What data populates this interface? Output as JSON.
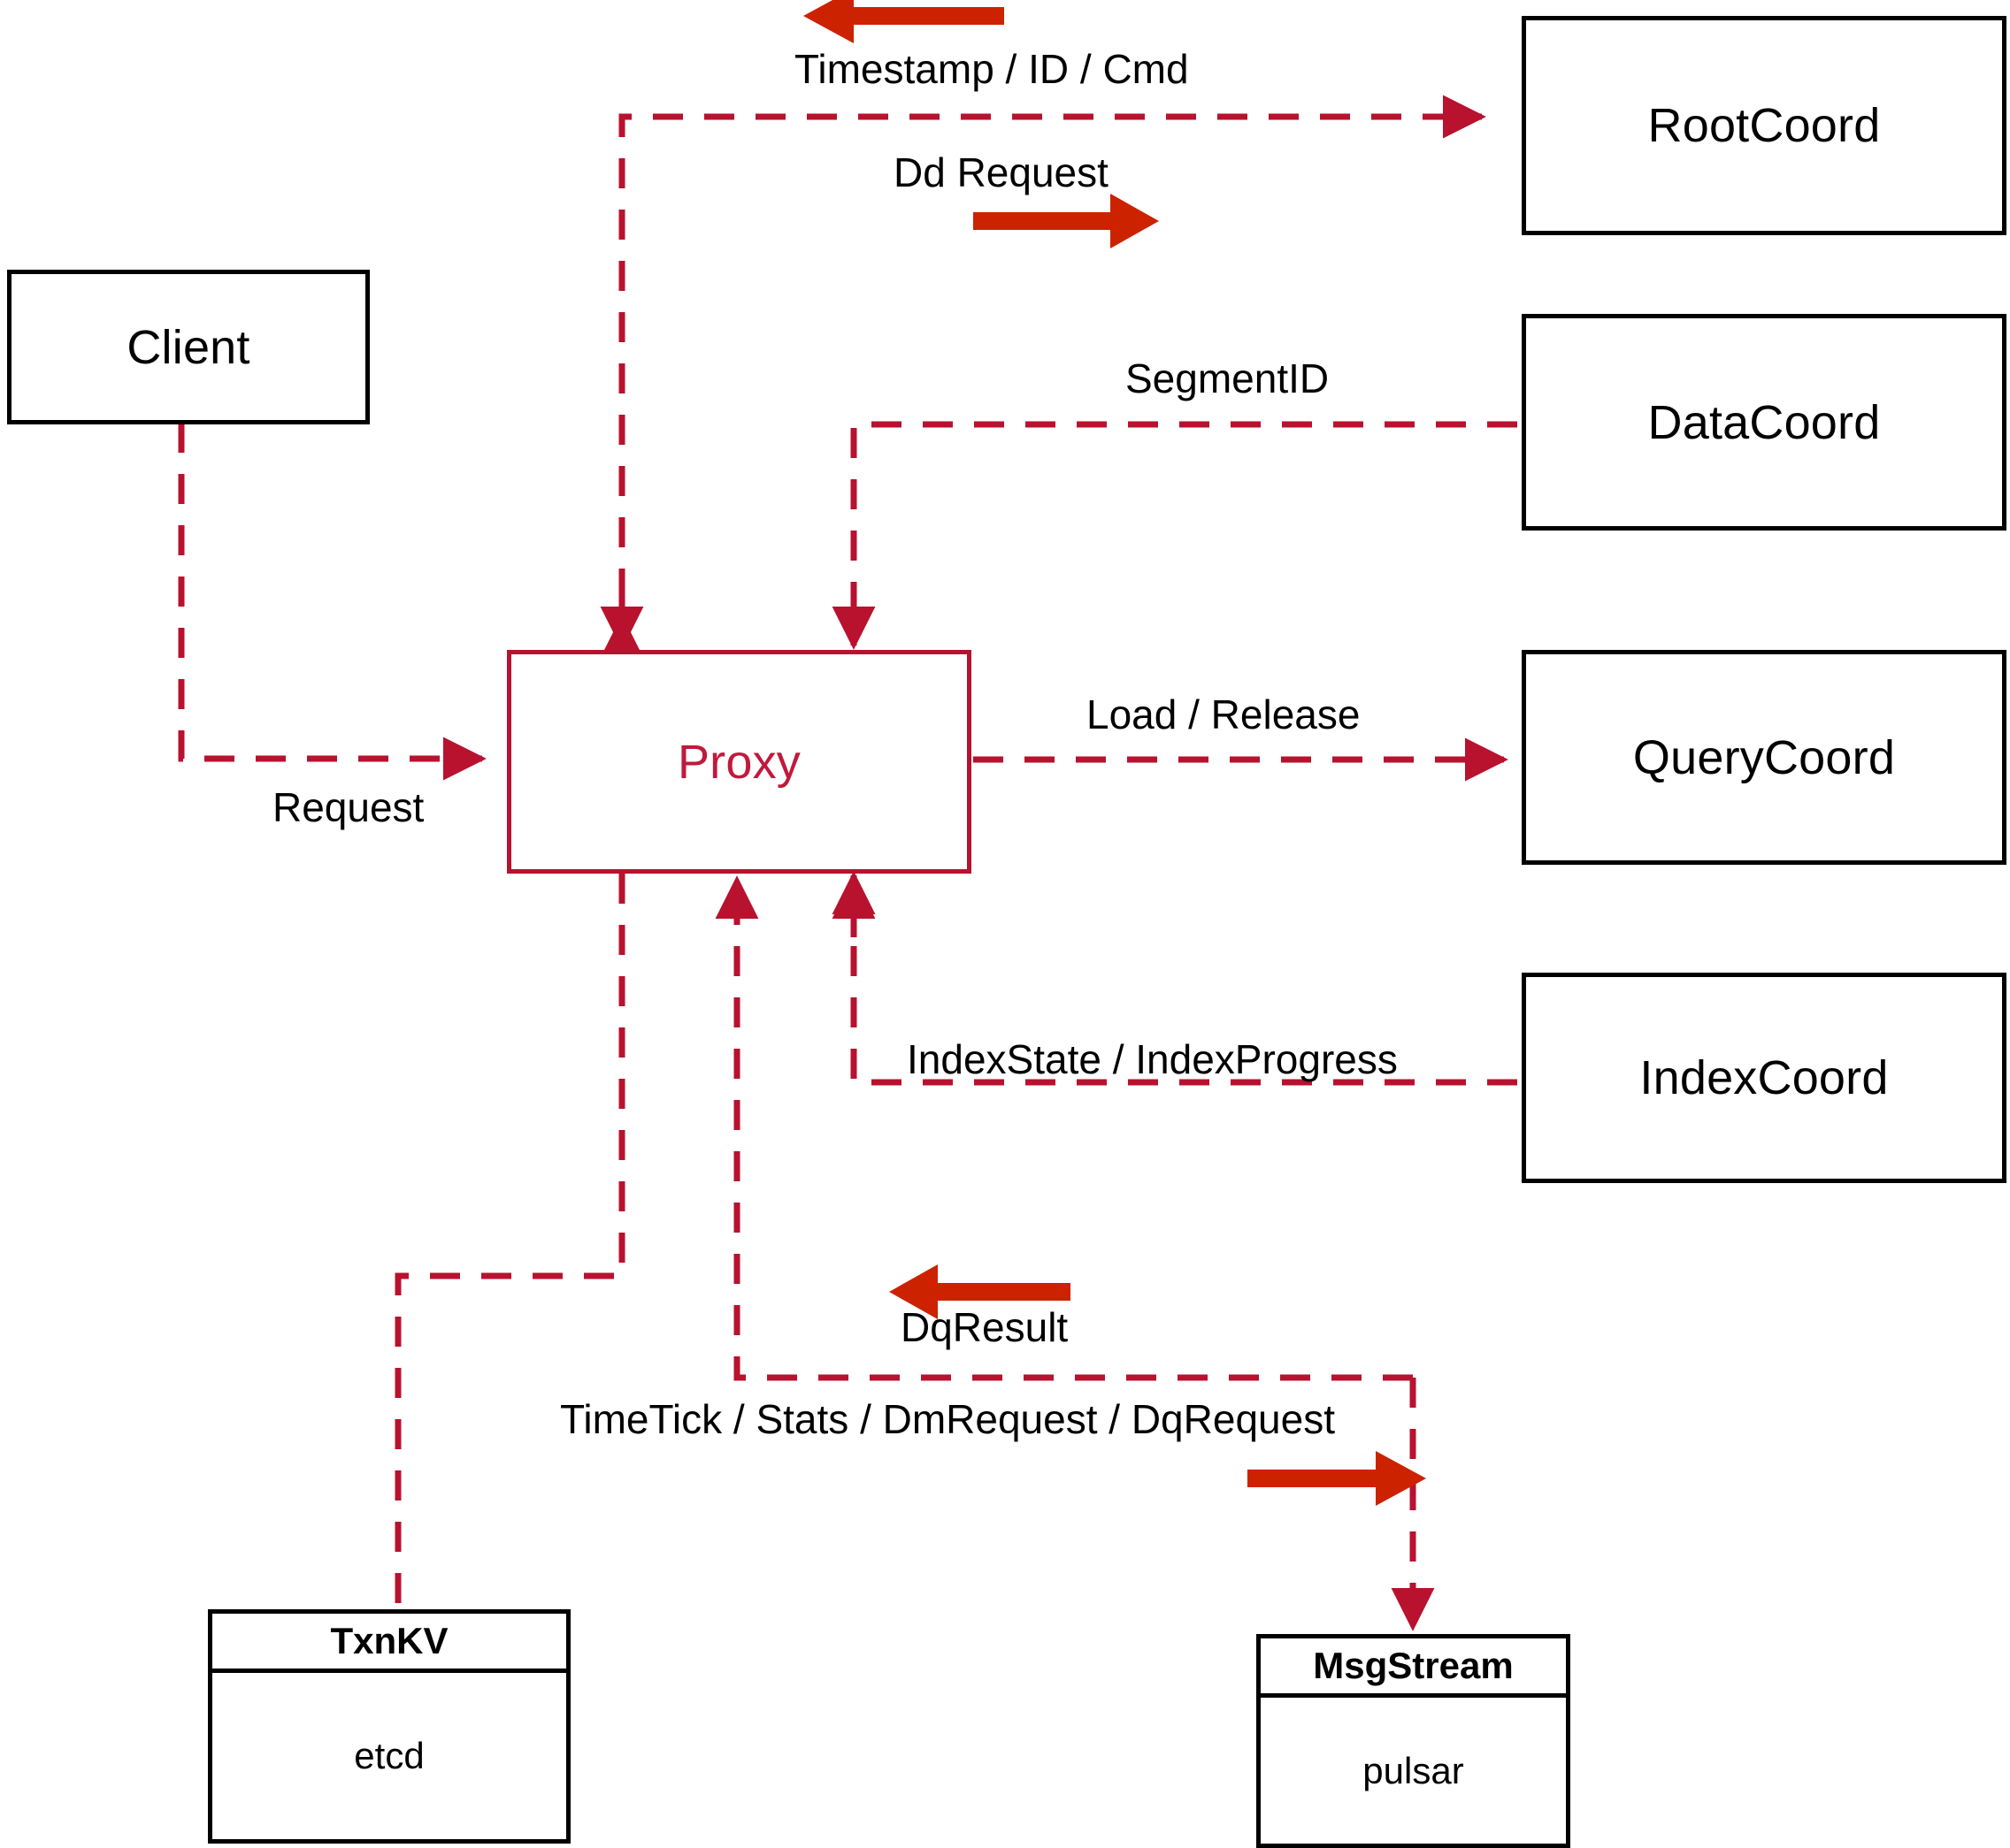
{
  "diagram": {
    "title": "Milvus Proxy interaction diagram",
    "colors": {
      "dashed_line": "#b8122f",
      "proxy_stroke": "#b8122f",
      "proxy_text": "#c1193c",
      "bold_arrow": "#cc2200",
      "box_stroke": "#000000",
      "background": "#ffffff"
    }
  },
  "nodes": {
    "client": {
      "label": "Client"
    },
    "proxy": {
      "label": "Proxy"
    },
    "root_coord": {
      "label": "RootCoord"
    },
    "data_coord": {
      "label": "DataCoord"
    },
    "query_coord": {
      "label": "QueryCoord"
    },
    "index_coord": {
      "label": "IndexCoord"
    },
    "txnkv": {
      "header": "TxnKV",
      "body": "etcd"
    },
    "msgstream": {
      "header": "MsgStream",
      "body": "pulsar"
    }
  },
  "edge_labels": {
    "timestamp_id_cmd": "Timestamp / ID / Cmd",
    "dd_request": "Dd Request",
    "segment_id": "SegmentID",
    "load_release": "Load / Release",
    "index_state_progress": "IndexState / IndexProgress",
    "request": "Request",
    "dq_result": "DqResult",
    "timetick_stats": "TimeTick / Stats / DmRequest / DqRequest"
  }
}
